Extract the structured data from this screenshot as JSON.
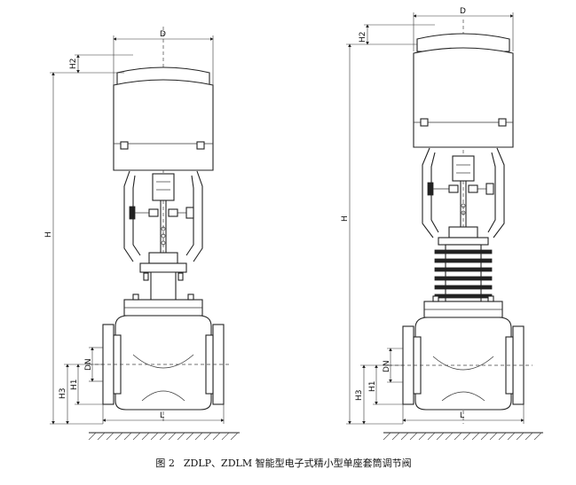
{
  "caption": {
    "figure_no": "图 2",
    "title": "ZDLP、ZDLM 智能型电子式精小型单座套筒调节阀"
  },
  "left_valve": {
    "dims": {
      "D": "D",
      "H": "H",
      "H1": "H1",
      "H2": "H2",
      "H3": "H3",
      "DN": "DN",
      "L": "L"
    }
  },
  "right_valve": {
    "dims": {
      "D": "D",
      "H": "H",
      "H1": "H1",
      "H2": "H2",
      "H3": "H3",
      "DN": "DN",
      "L": "L"
    }
  }
}
